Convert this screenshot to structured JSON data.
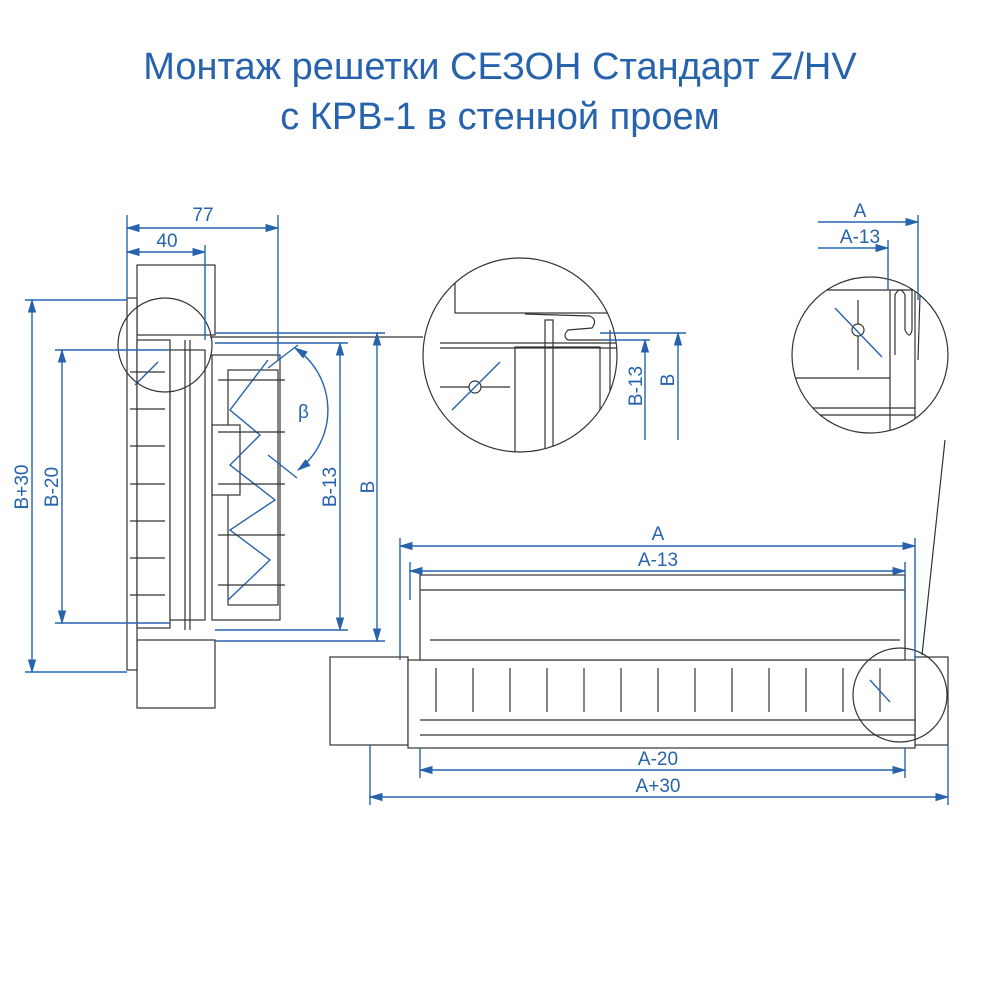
{
  "title": {
    "line1": "Монтаж решетки СЕЗОН Стандарт Z/HV",
    "line2": "с КРВ-1 в стенной проем"
  },
  "side_view": {
    "dim_depth_total": "77",
    "dim_depth_frame": "40",
    "dim_b_plus_30": "B+30",
    "dim_b_minus_20": "B-20",
    "dim_b_minus_13": "B-13",
    "dim_b": "B",
    "angle_label": "β"
  },
  "detail_top": {
    "dim_b_minus_13": "B-13",
    "dim_b": "B"
  },
  "detail_side": {
    "dim_a": "A",
    "dim_a_minus_13": "A-13"
  },
  "plan_view": {
    "dim_a": "A",
    "dim_a_minus_13": "A-13",
    "dim_a_minus_20": "A-20",
    "dim_a_plus_30": "A+30"
  },
  "colors": {
    "accent": "#2763ad",
    "line": "#333333"
  }
}
